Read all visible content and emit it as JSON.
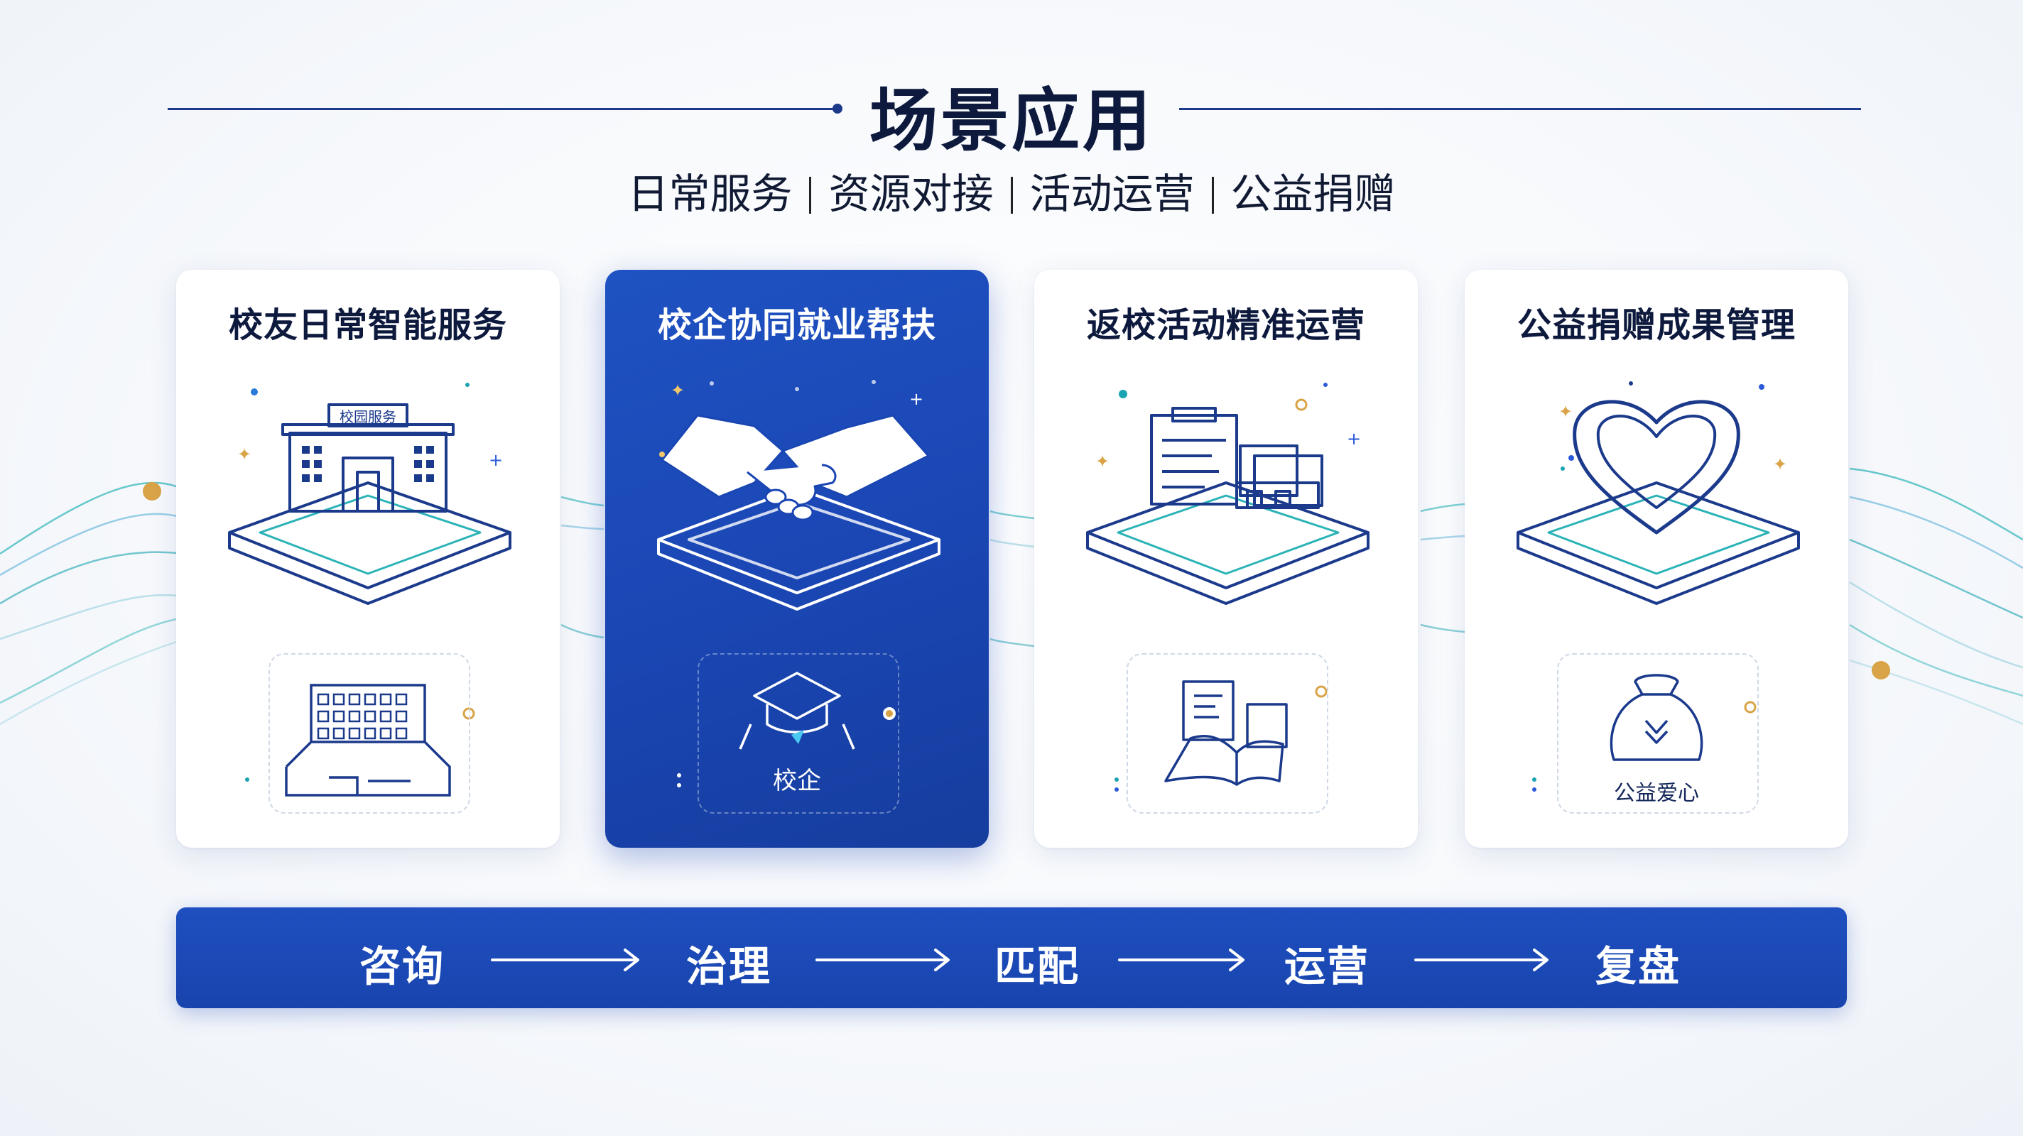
{
  "header": {
    "title": "场景应用",
    "subtitle": [
      "日常服务",
      "资源对接",
      "活动运营",
      "公益捐赠"
    ]
  },
  "cards": [
    {
      "title": "校友日常智能服务",
      "sign_label": "校园服务",
      "mini_label": "",
      "active": false,
      "icon": "campus-building-icon"
    },
    {
      "title": "校企协同就业帮扶",
      "mini_label": "校企",
      "active": true,
      "icon": "handshake-icon"
    },
    {
      "title": "返校活动精准运营",
      "mini_label": "",
      "active": false,
      "icon": "documents-icon"
    },
    {
      "title": "公益捐赠成果管理",
      "mini_label": "公益爱心",
      "active": false,
      "icon": "heart-icon"
    }
  ],
  "process": {
    "steps": [
      "咨询",
      "治理",
      "匹配",
      "运营",
      "复盘"
    ]
  },
  "colors": {
    "primary_blue": "#1a46b3",
    "navy_text": "#0e1a3d",
    "line_blue": "#1d3a8a",
    "teal_accent": "#1aa3b0",
    "gold_accent": "#d9a347"
  }
}
